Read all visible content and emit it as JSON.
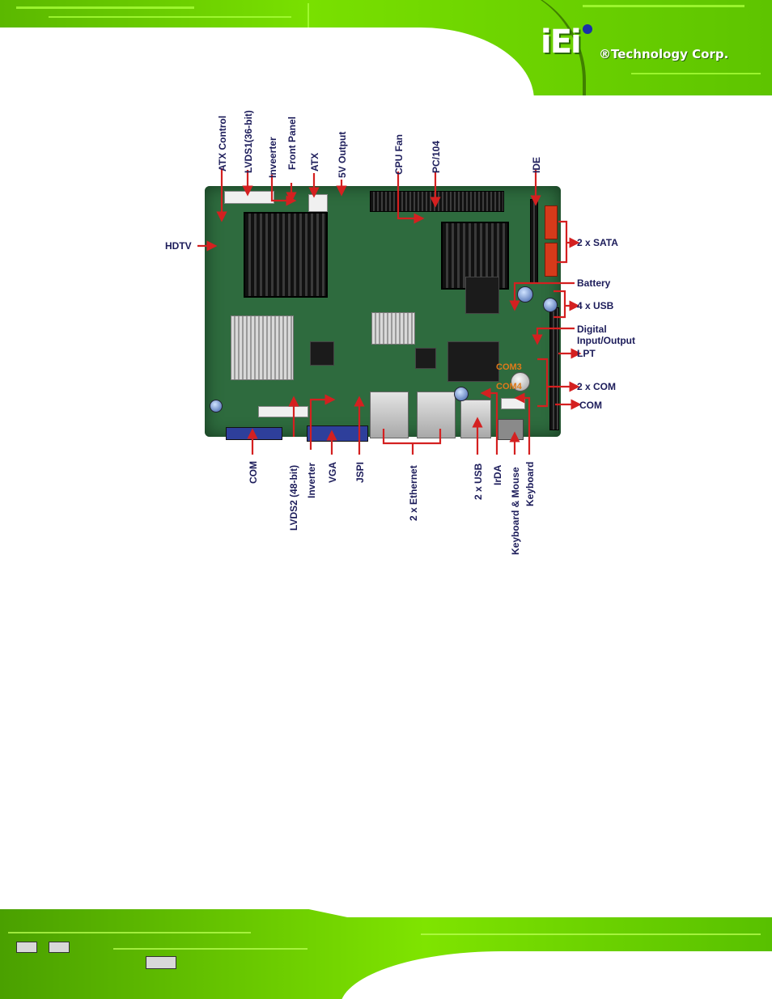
{
  "logo": {
    "brand": "iEi",
    "company": "®Technology Corp."
  },
  "labels": {
    "atx_control": "ATX Control",
    "lvds1": "LVDS1(36-bit)",
    "inverter_top": "Inveerter",
    "front_panel": "Front Panel",
    "atx": "ATX",
    "five_v_output": "5V Output",
    "cpu_fan": "CPU Fan",
    "pc104": "PC/104",
    "ide": "IDE",
    "hdtv": "HDTV",
    "sata": "2 x SATA",
    "battery": "Battery",
    "usb4": "4 x USB",
    "dio_line1": "Digital",
    "dio_line2": "Input/Output",
    "lpt": "LPT",
    "com2": "2 x COM",
    "com_right": "COM",
    "com_bottom": "COM",
    "lvds2": "LVDS2 (48-bit)",
    "inverter_bottom": "Inverter",
    "vga": "VGA",
    "jspi": "JSPI",
    "ethernet": "2 x Ethernet",
    "usb2": "2 x USB",
    "irda": "IrDA",
    "kb_mouse": "Keyboard & Mouse",
    "keyboard": "Keyboard"
  },
  "board_marks": {
    "com3": "COM3",
    "com4": "COM4"
  },
  "colors": {
    "label_text": "#1c1c5a",
    "arrow": "#d42020",
    "banner_green": "#6fd800"
  }
}
